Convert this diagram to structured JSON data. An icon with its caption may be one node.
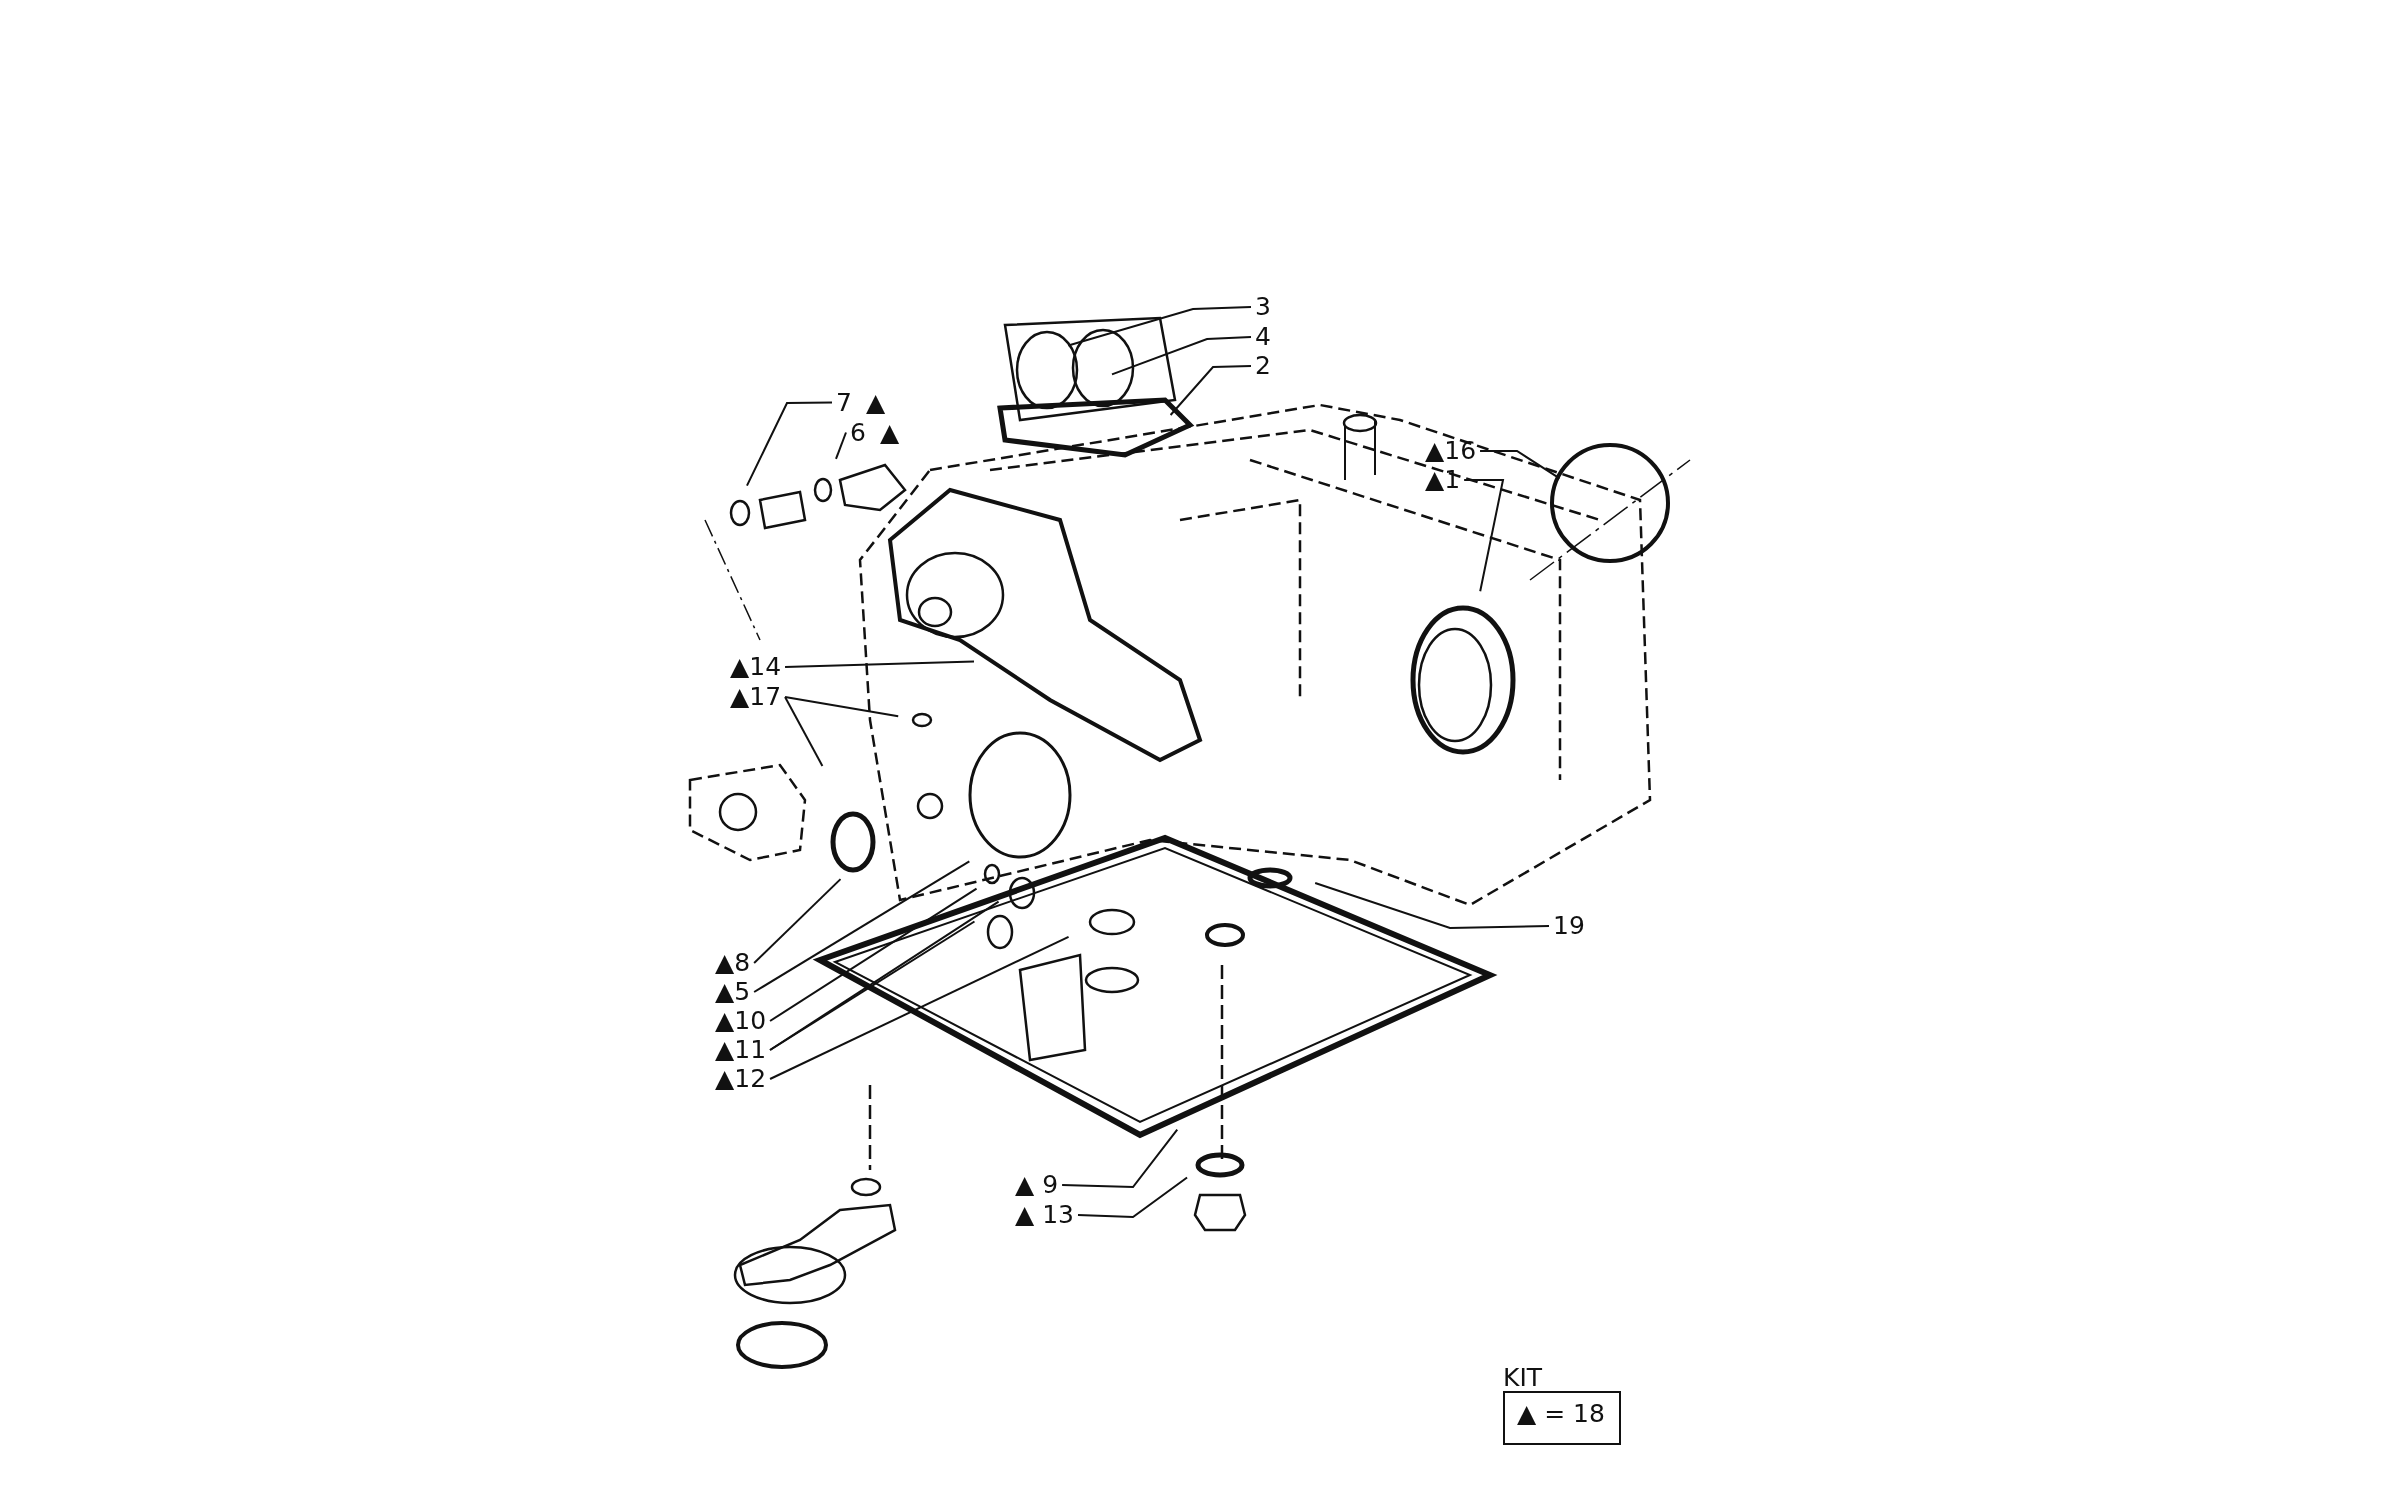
{
  "diagram": {
    "nodes": [
      {
        "text": [
          "3"
        ]
      },
      {
        "text": [
          "4"
        ]
      },
      {
        "text": [
          "2"
        ]
      },
      {
        "text": [
          "7"
        ],
        "beside": [
          "▲"
        ]
      },
      {
        "text": [
          "6"
        ],
        "beside": [
          "▲"
        ]
      },
      {
        "text": [
          "▲16"
        ]
      },
      {
        "text": [
          "▲1"
        ]
      },
      {
        "text": [
          "▲14"
        ]
      },
      {
        "text": [
          "▲17"
        ]
      },
      {
        "text": [
          "19"
        ]
      },
      {
        "text": [
          "▲8"
        ]
      },
      {
        "text": [
          "▲5"
        ]
      },
      {
        "text": [
          "▲10"
        ]
      },
      {
        "text": [
          "▲11"
        ]
      },
      {
        "text": [
          "▲12"
        ]
      },
      {
        "text": [
          "▲ 9"
        ]
      },
      {
        "text": [
          "▲ 13"
        ]
      },
      {
        "text": [
          "KIT",
          "▲ = 18"
        ]
      }
    ],
    "edges": [
      {
        "from": 0,
        "to": null,
        "arrow": "none"
      },
      {
        "from": 1,
        "to": null,
        "arrow": "none"
      },
      {
        "from": 2,
        "to": null,
        "arrow": "none"
      },
      {
        "from": 3,
        "to": null,
        "arrow": "none"
      },
      {
        "from": 4,
        "to": null,
        "arrow": "none"
      },
      {
        "from": 5,
        "to": null,
        "arrow": "none"
      },
      {
        "from": 6,
        "to": null,
        "arrow": "none"
      },
      {
        "from": 7,
        "to": null,
        "arrow": "none"
      },
      {
        "from": 8,
        "to": null,
        "arrow": "none"
      },
      {
        "from": 8,
        "to": null,
        "arrow": "none"
      },
      {
        "from": 9,
        "to": null,
        "arrow": "none"
      },
      {
        "from": 10,
        "to": null,
        "arrow": "none"
      },
      {
        "from": 11,
        "to": null,
        "arrow": "none"
      },
      {
        "from": 12,
        "to": null,
        "arrow": "none"
      },
      {
        "from": 13,
        "to": null,
        "arrow": "none"
      },
      {
        "from": 13,
        "to": null,
        "arrow": "none"
      },
      {
        "from": 14,
        "to": null,
        "arrow": "none"
      },
      {
        "from": 15,
        "to": null,
        "arrow": "none"
      },
      {
        "from": 16,
        "to": null,
        "arrow": "none"
      }
    ]
  }
}
